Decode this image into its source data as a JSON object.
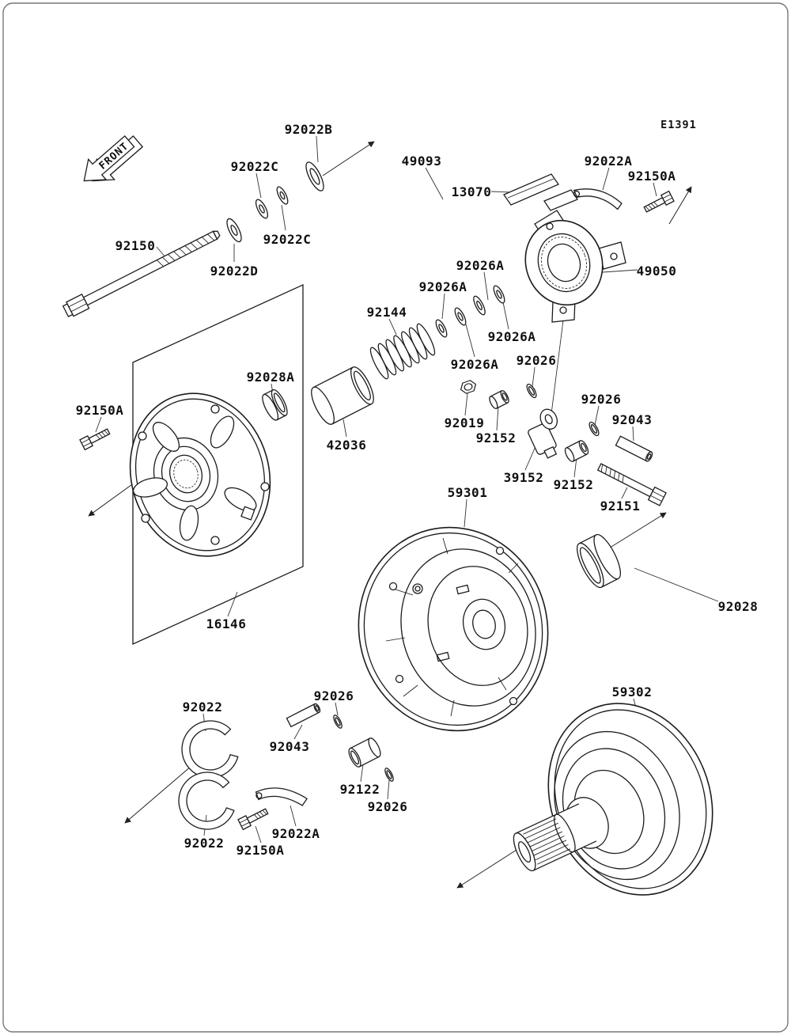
{
  "sheet": {
    "code": "E1391"
  },
  "front_arrow": {
    "label": "FRONT"
  },
  "part_labels": [
    {
      "text": "92022B"
    },
    {
      "text": "92022C"
    },
    {
      "text": "49093"
    },
    {
      "text": "13070"
    },
    {
      "text": "92022A"
    },
    {
      "text": "92150A"
    },
    {
      "text": "92150"
    },
    {
      "text": "92022C"
    },
    {
      "text": "92022D"
    },
    {
      "text": "92026A"
    },
    {
      "text": "92026A"
    },
    {
      "text": "49050"
    },
    {
      "text": "92144"
    },
    {
      "text": "92026A"
    },
    {
      "text": "92026"
    },
    {
      "text": "92026A"
    },
    {
      "text": "92028A"
    },
    {
      "text": "92150A"
    },
    {
      "text": "92026"
    },
    {
      "text": "92043"
    },
    {
      "text": "42036"
    },
    {
      "text": "92019"
    },
    {
      "text": "92152"
    },
    {
      "text": "39152"
    },
    {
      "text": "92152"
    },
    {
      "text": "59301"
    },
    {
      "text": "92151"
    },
    {
      "text": "92028"
    },
    {
      "text": "16146"
    },
    {
      "text": "92022"
    },
    {
      "text": "92026"
    },
    {
      "text": "92043"
    },
    {
      "text": "59302"
    },
    {
      "text": "92122"
    },
    {
      "text": "92026"
    },
    {
      "text": "92022"
    },
    {
      "text": "92022A"
    },
    {
      "text": "92150A"
    }
  ]
}
